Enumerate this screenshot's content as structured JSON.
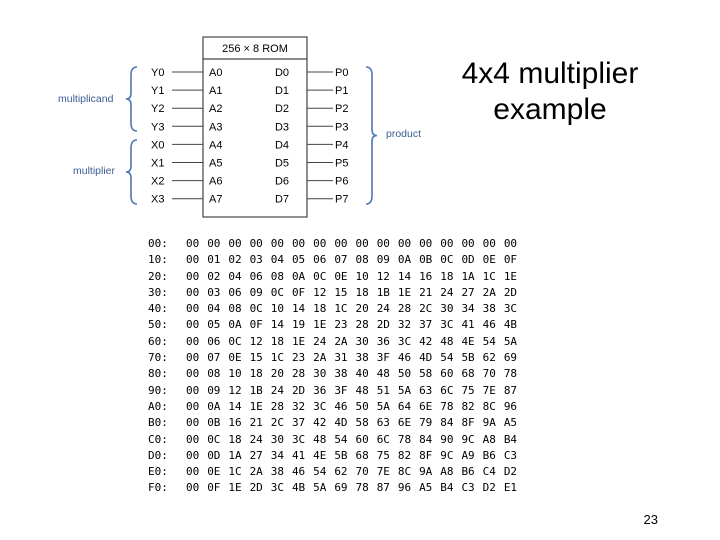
{
  "slide": {
    "title_line1": "4x4 multiplier",
    "title_line2": "example",
    "page_number": "23"
  },
  "diagram": {
    "rom_label": "256 × 8 ROM",
    "left_pins": [
      "Y0",
      "Y1",
      "Y2",
      "Y3",
      "X0",
      "X1",
      "X2",
      "X3"
    ],
    "address_pins": [
      "A0",
      "A1",
      "A2",
      "A3",
      "A4",
      "A5",
      "A6",
      "A7"
    ],
    "data_pins": [
      "D0",
      "D1",
      "D2",
      "D3",
      "D4",
      "D5",
      "D6",
      "D7"
    ],
    "output_pins": [
      "P0",
      "P1",
      "P2",
      "P3",
      "P4",
      "P5",
      "P6",
      "P7"
    ],
    "multiplicand_label": "multiplicand",
    "multiplier_label": "multiplier",
    "product_label": "product",
    "colors": {
      "label": "#3a5d95",
      "line": "#444444",
      "brace": "#4f78b3"
    }
  },
  "rom_table": {
    "row_labels": [
      "00:",
      "10:",
      "20:",
      "30:",
      "40:",
      "50:",
      "60:",
      "70:",
      "80:",
      "90:",
      "A0:",
      "B0:",
      "C0:",
      "D0:",
      "E0:",
      "F0:"
    ],
    "rows": [
      [
        "00",
        "00",
        "00",
        "00",
        "00",
        "00",
        "00",
        "00",
        "00",
        "00",
        "00",
        "00",
        "00",
        "00",
        "00",
        "00"
      ],
      [
        "00",
        "01",
        "02",
        "03",
        "04",
        "05",
        "06",
        "07",
        "08",
        "09",
        "0A",
        "0B",
        "0C",
        "0D",
        "0E",
        "0F"
      ],
      [
        "00",
        "02",
        "04",
        "06",
        "08",
        "0A",
        "0C",
        "0E",
        "10",
        "12",
        "14",
        "16",
        "18",
        "1A",
        "1C",
        "1E"
      ],
      [
        "00",
        "03",
        "06",
        "09",
        "0C",
        "0F",
        "12",
        "15",
        "18",
        "1B",
        "1E",
        "21",
        "24",
        "27",
        "2A",
        "2D"
      ],
      [
        "00",
        "04",
        "08",
        "0C",
        "10",
        "14",
        "18",
        "1C",
        "20",
        "24",
        "28",
        "2C",
        "30",
        "34",
        "38",
        "3C"
      ],
      [
        "00",
        "05",
        "0A",
        "0F",
        "14",
        "19",
        "1E",
        "23",
        "28",
        "2D",
        "32",
        "37",
        "3C",
        "41",
        "46",
        "4B"
      ],
      [
        "00",
        "06",
        "0C",
        "12",
        "18",
        "1E",
        "24",
        "2A",
        "30",
        "36",
        "3C",
        "42",
        "48",
        "4E",
        "54",
        "5A"
      ],
      [
        "00",
        "07",
        "0E",
        "15",
        "1C",
        "23",
        "2A",
        "31",
        "38",
        "3F",
        "46",
        "4D",
        "54",
        "5B",
        "62",
        "69"
      ],
      [
        "00",
        "08",
        "10",
        "18",
        "20",
        "28",
        "30",
        "38",
        "40",
        "48",
        "50",
        "58",
        "60",
        "68",
        "70",
        "78"
      ],
      [
        "00",
        "09",
        "12",
        "1B",
        "24",
        "2D",
        "36",
        "3F",
        "48",
        "51",
        "5A",
        "63",
        "6C",
        "75",
        "7E",
        "87"
      ],
      [
        "00",
        "0A",
        "14",
        "1E",
        "28",
        "32",
        "3C",
        "46",
        "50",
        "5A",
        "64",
        "6E",
        "78",
        "82",
        "8C",
        "96"
      ],
      [
        "00",
        "0B",
        "16",
        "21",
        "2C",
        "37",
        "42",
        "4D",
        "58",
        "63",
        "6E",
        "79",
        "84",
        "8F",
        "9A",
        "A5"
      ],
      [
        "00",
        "0C",
        "18",
        "24",
        "30",
        "3C",
        "48",
        "54",
        "60",
        "6C",
        "78",
        "84",
        "90",
        "9C",
        "A8",
        "B4"
      ],
      [
        "00",
        "0D",
        "1A",
        "27",
        "34",
        "41",
        "4E",
        "5B",
        "68",
        "75",
        "82",
        "8F",
        "9C",
        "A9",
        "B6",
        "C3"
      ],
      [
        "00",
        "0E",
        "1C",
        "2A",
        "38",
        "46",
        "54",
        "62",
        "70",
        "7E",
        "8C",
        "9A",
        "A8",
        "B6",
        "C4",
        "D2"
      ],
      [
        "00",
        "0F",
        "1E",
        "2D",
        "3C",
        "4B",
        "5A",
        "69",
        "78",
        "87",
        "96",
        "A5",
        "B4",
        "C3",
        "D2",
        "E1"
      ]
    ]
  }
}
